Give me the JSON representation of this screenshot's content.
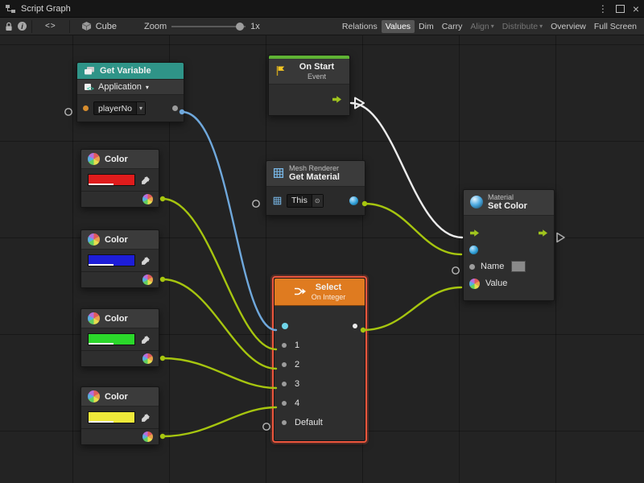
{
  "titlebar": {
    "title": "Script Graph"
  },
  "icons": {
    "caret": "▾",
    "target": "⊙",
    "menu": "⋮",
    "close": "×",
    "code_glyph": "<>"
  },
  "toolbar": {
    "code_button": "<>",
    "target": "Cube",
    "zoom_label": "Zoom",
    "zoom_value": "1x",
    "buttons": {
      "relations": "Relations",
      "values": "Values",
      "dim": "Dim",
      "carry": "Carry",
      "align": "Align",
      "distribute": "Distribute",
      "overview": "Overview",
      "fullscreen": "Full Screen"
    }
  },
  "colors": {
    "get_variable_header": "#2f9488",
    "on_start_strip": "#5fb334",
    "select_header": "#df7b20",
    "selection_outline": "#ff5c40"
  },
  "wires": {
    "flow": "#ececec",
    "value_green": "#a6c50f",
    "integer_blue": "#6fa8dc"
  },
  "nodes": {
    "get_variable": {
      "title": "Get Variable",
      "scope": "Application",
      "variable": "playerNo"
    },
    "on_start": {
      "title": "On Start",
      "subtitle": "Event"
    },
    "colors": [
      {
        "title": "Color",
        "hex": "#e01c1c"
      },
      {
        "title": "Color",
        "hex": "#1d1dd8"
      },
      {
        "title": "Color",
        "hex": "#2bd82b"
      },
      {
        "title": "Color",
        "hex": "#efe93a"
      }
    ],
    "get_material": {
      "component": "Mesh Renderer",
      "title": "Get Material",
      "target": "This"
    },
    "select": {
      "title": "Select",
      "subtitle": "On Integer",
      "rows": [
        "1",
        "2",
        "3",
        "4",
        "Default"
      ]
    },
    "set_color": {
      "component": "Material",
      "title": "Set Color",
      "name_label": "Name",
      "value_label": "Value"
    }
  }
}
